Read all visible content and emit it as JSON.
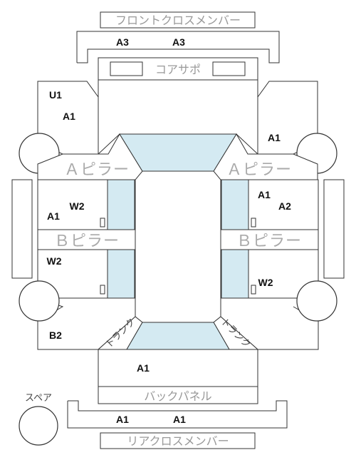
{
  "labels": {
    "front_cross_member": "フロントクロスメンバー",
    "core_support": "コアサポ",
    "a_pillar_left": "Ａピラー",
    "a_pillar_right": "Ａピラー",
    "b_pillar_left": "Ｂピラー",
    "b_pillar_right": "Ｂピラー",
    "back_panel": "バックパネル",
    "rear_cross_member": "リアクロスメンバー",
    "spare": "スペア",
    "trunk_left": "トランク",
    "trunk_right": "トランク"
  },
  "codes": {
    "front_cross_left": "A3",
    "front_cross_right": "A3",
    "front_left_u": "U1",
    "front_left_a": "A1",
    "front_right_a": "A1",
    "front_door_left_w": "W2",
    "front_door_left_a": "A1",
    "front_door_right_a1": "A1",
    "front_door_right_a2": "A2",
    "rear_door_left_w": "W2",
    "rear_door_right_w": "W2",
    "rear_left_b": "B2",
    "trunk_a": "A1",
    "rear_cross_left": "A1",
    "rear_cross_right": "A1"
  },
  "colors": {
    "glass": "#d4eaf2",
    "line": "#333333",
    "label_gray": "#999999"
  }
}
